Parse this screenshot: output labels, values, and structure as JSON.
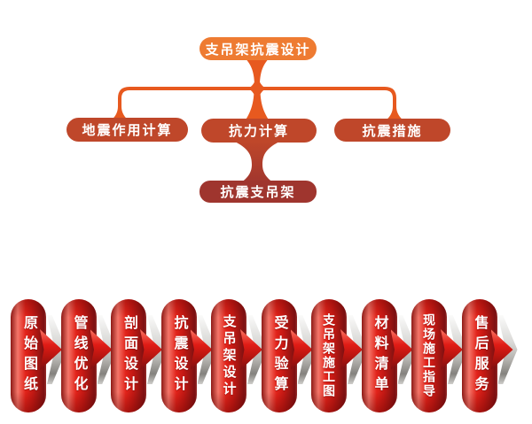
{
  "orgchart": {
    "root": {
      "label": "支吊架抗震设计"
    },
    "children": [
      {
        "label": "地震作用计算"
      },
      {
        "label": "抗力计算"
      },
      {
        "label": "抗震措施"
      }
    ],
    "result": {
      "label": "抗震支吊架"
    }
  },
  "process": {
    "steps": [
      {
        "label": "原始图纸"
      },
      {
        "label": "管线优化"
      },
      {
        "label": "剖面设计"
      },
      {
        "label": "抗震设计"
      },
      {
        "label": "支吊架设计"
      },
      {
        "label": "受力验算"
      },
      {
        "label": "支吊架施工图"
      },
      {
        "label": "材料清单"
      },
      {
        "label": "现场施工指导"
      },
      {
        "label": "售后服务"
      }
    ]
  },
  "colors": {
    "root_box": "#ee7b32",
    "connector": "#e7591f",
    "child_box": "#bf472a",
    "result_box": "#9f352e",
    "ribbon_red": "#e2231a",
    "ribbon_highlight": "#f4766a",
    "ribbon_dark": "#7c1012",
    "arrow_silver": "#d9d8d6",
    "arrow_red": "#e01c16",
    "text": "#ffffff"
  }
}
